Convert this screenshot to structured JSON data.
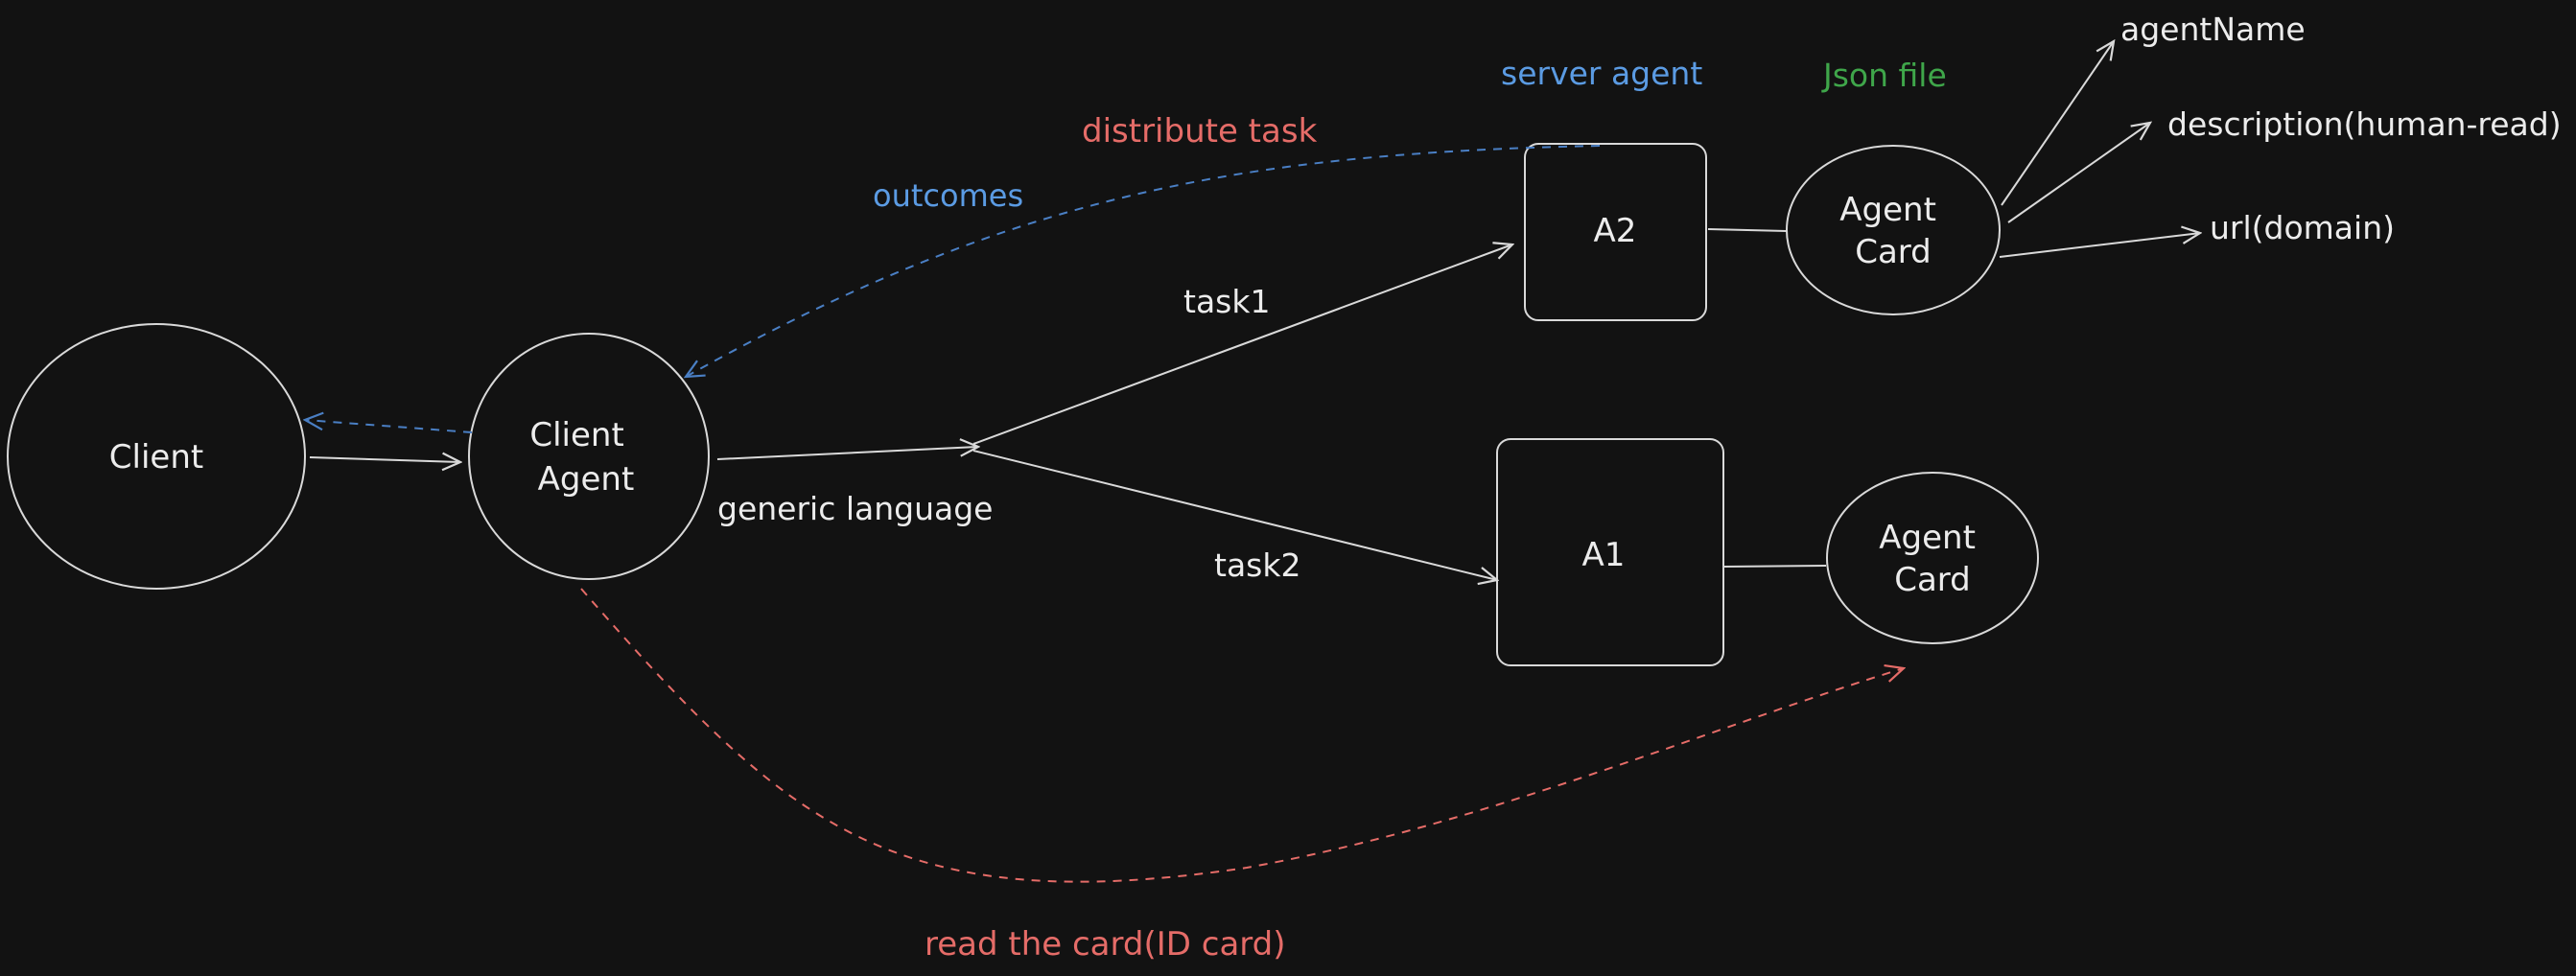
{
  "colors": {
    "background": "#121212",
    "stroke": "#d9d9d9",
    "text": "#ececec",
    "blue": "#5b9be3",
    "blue_dashed": "#4a7fc4",
    "red": "#e56c68",
    "green": "#3fa64a"
  },
  "nodes": {
    "client": "Client",
    "client_agent": [
      "Client",
      "Agent"
    ],
    "a2": "A2",
    "a1": "A1",
    "agent_card_top": [
      "Agent",
      "Card"
    ],
    "agent_card_bottom": [
      "Agent",
      "Card"
    ]
  },
  "labels": {
    "server_agent": "server agent",
    "json_file": "Json file",
    "distribute_task": "distribute task",
    "outcomes": "outcomes",
    "task1": "task1",
    "task2": "task2",
    "generic_language": "generic language",
    "read_the_card": "read the card(ID card)"
  },
  "card_fields": {
    "agent_name": "agentName",
    "description": "description(human-read)",
    "url": "url(domain)"
  }
}
